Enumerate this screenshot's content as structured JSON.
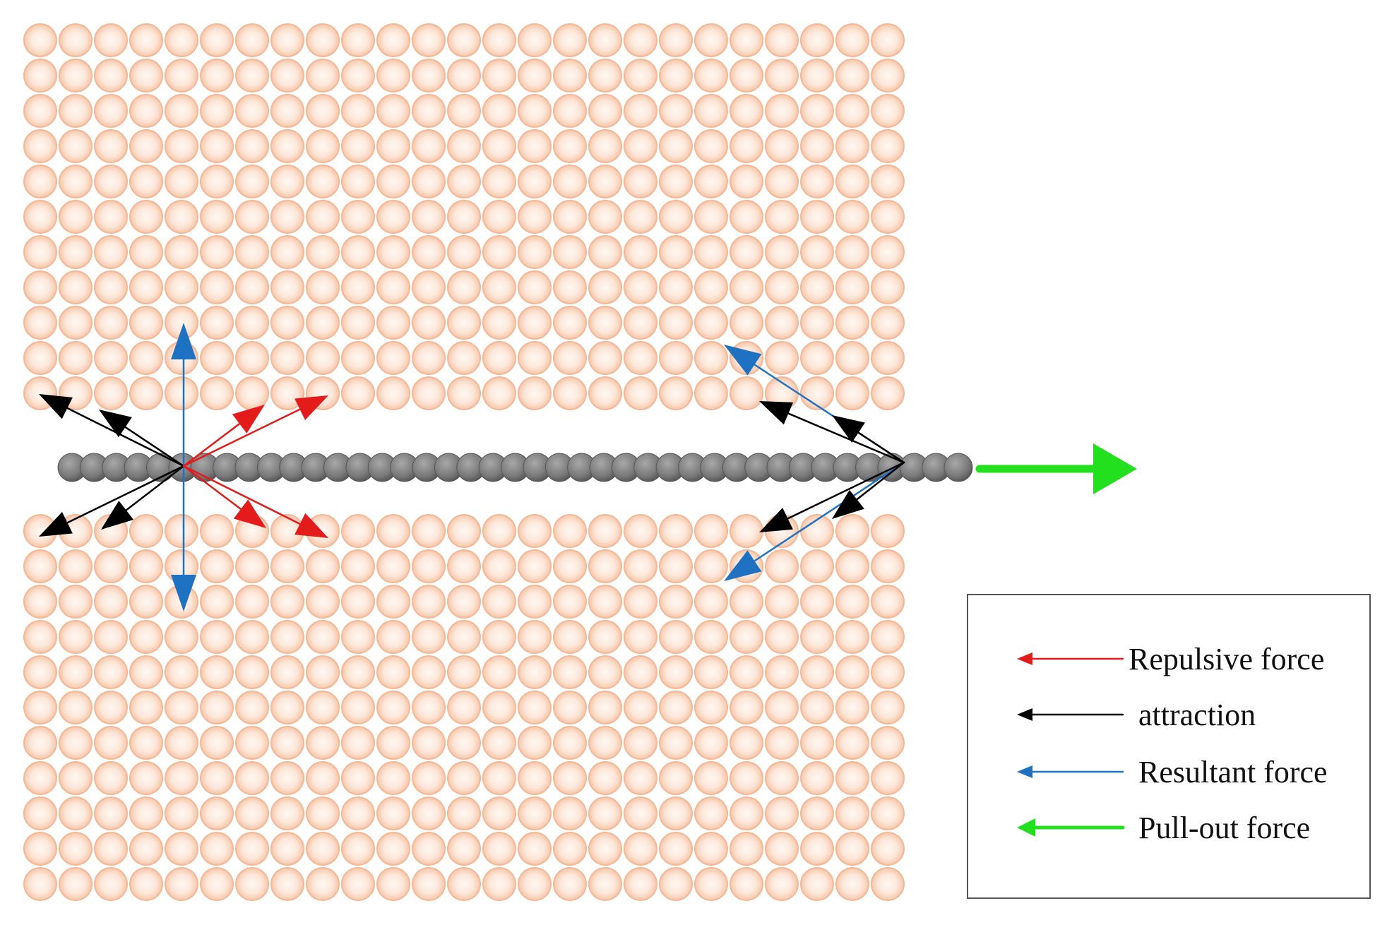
{
  "matrix": {
    "particle_color": "#f4b896",
    "particle_inner": "#fde7d9",
    "columns": 25,
    "rows_upper": 11,
    "rows_lower": 11
  },
  "fiber": {
    "bead_color": "#7f7f7f",
    "bead_count": 41
  },
  "colors": {
    "repulsive": "#e31b1b",
    "attraction": "#000000",
    "resultant": "#1f72c2",
    "pullout": "#22e01e"
  },
  "legend": {
    "items": [
      {
        "key": "repulsive",
        "label": "Repulsive force"
      },
      {
        "key": "attraction",
        "label": "attraction"
      },
      {
        "key": "resultant",
        "label": "Resultant force"
      },
      {
        "key": "pullout",
        "label": "Pull-out force"
      }
    ]
  }
}
